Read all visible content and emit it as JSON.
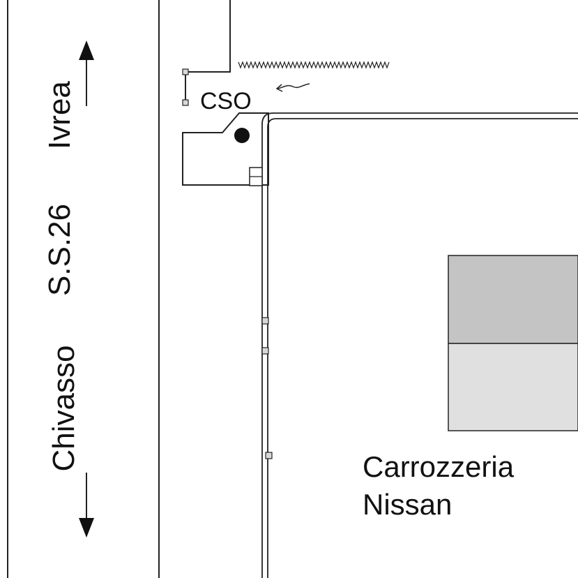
{
  "map": {
    "road": {
      "name": "S.S.26",
      "north_destination": "Ivrea",
      "south_destination": "Chivasso"
    },
    "overflow_label": "CSO",
    "business": {
      "line1": "Carrozzeria",
      "line2": "Nissan"
    },
    "colors": {
      "line": "#222222",
      "building_dark": "#c4c4c4",
      "building_light": "#e0e0e0",
      "marker": "#111111",
      "node_fill": "#d8d8d8"
    },
    "icons": {
      "arrow_north": "arrow-up-icon",
      "arrow_south": "arrow-down-icon",
      "discharge_point": "filled-circle-icon",
      "flow_direction": "flow-arrow-icon",
      "vegetation": "zigzag-vegetation-icon"
    }
  }
}
